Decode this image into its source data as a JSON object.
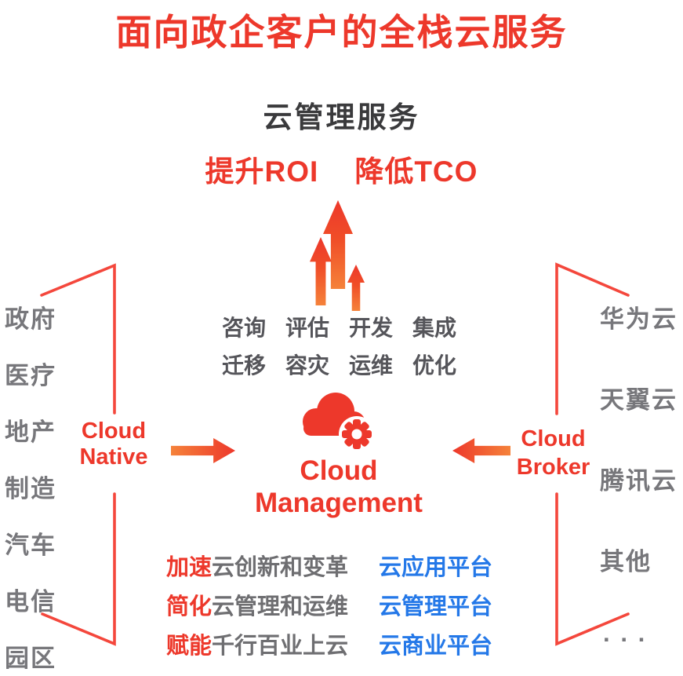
{
  "colors": {
    "red": "#ed382b",
    "line": "#f4473c",
    "orange": "#f5823a",
    "blue": "#2478e8",
    "darkgray": "#3a3a3c",
    "midgray": "#55555a",
    "textgray": "#6e6e71",
    "listgray": "#77777b"
  },
  "header": {
    "title": "面向政企客户的全栈云服务",
    "subtitle": "云管理服务",
    "benefits": [
      "提升ROI",
      "降低TCO"
    ]
  },
  "services": {
    "row1": [
      "咨询",
      "评估",
      "开发",
      "集成"
    ],
    "row2": [
      "迁移",
      "容灾",
      "运维",
      "优化"
    ]
  },
  "center": {
    "line1": "Cloud",
    "line2": "Management"
  },
  "left": {
    "line1": "Cloud",
    "line2": "Native",
    "industries": [
      "政府",
      "医疗",
      "地产",
      "制造",
      "汽车",
      "电信",
      "园区"
    ]
  },
  "right": {
    "line1": "Cloud",
    "line2": "Broker",
    "providers": [
      "华为云",
      "天翼云",
      "腾讯云",
      "其他"
    ],
    "more": "···"
  },
  "bottom": {
    "rows": [
      {
        "keyword": "加速",
        "desc": "云创新和变革",
        "platform": "云应用平台"
      },
      {
        "keyword": "简化",
        "desc": "云管理和运维",
        "platform": "云管理平台"
      },
      {
        "keyword": "赋能",
        "desc": "千行百业上云",
        "platform": "云商业平台"
      }
    ]
  }
}
